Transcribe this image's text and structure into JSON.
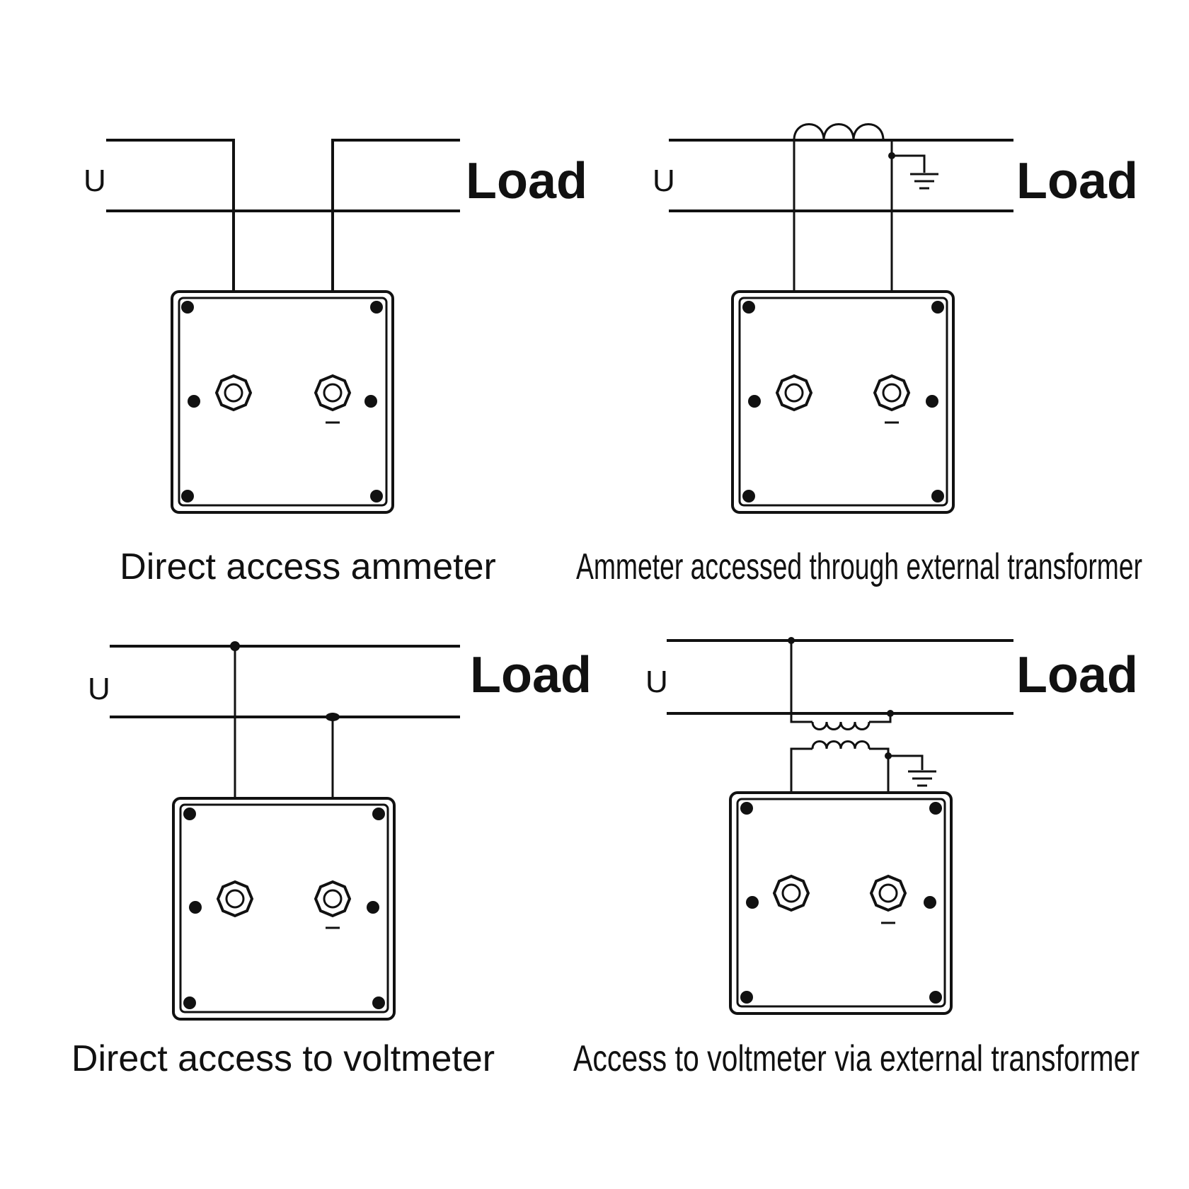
{
  "panels": [
    {
      "source_label": "U",
      "load_label": "Load",
      "caption": "Direct access ammeter",
      "polarity": "−"
    },
    {
      "source_label": "U",
      "load_label": "Load",
      "caption": "Ammeter accessed through external transformer",
      "polarity": "−"
    },
    {
      "source_label": "U",
      "load_label": "Load",
      "caption": "Direct access to voltmeter",
      "polarity": "−"
    },
    {
      "source_label": "U",
      "load_label": "Load",
      "caption": "Access to voltmeter via external transformer",
      "polarity": "−"
    }
  ]
}
